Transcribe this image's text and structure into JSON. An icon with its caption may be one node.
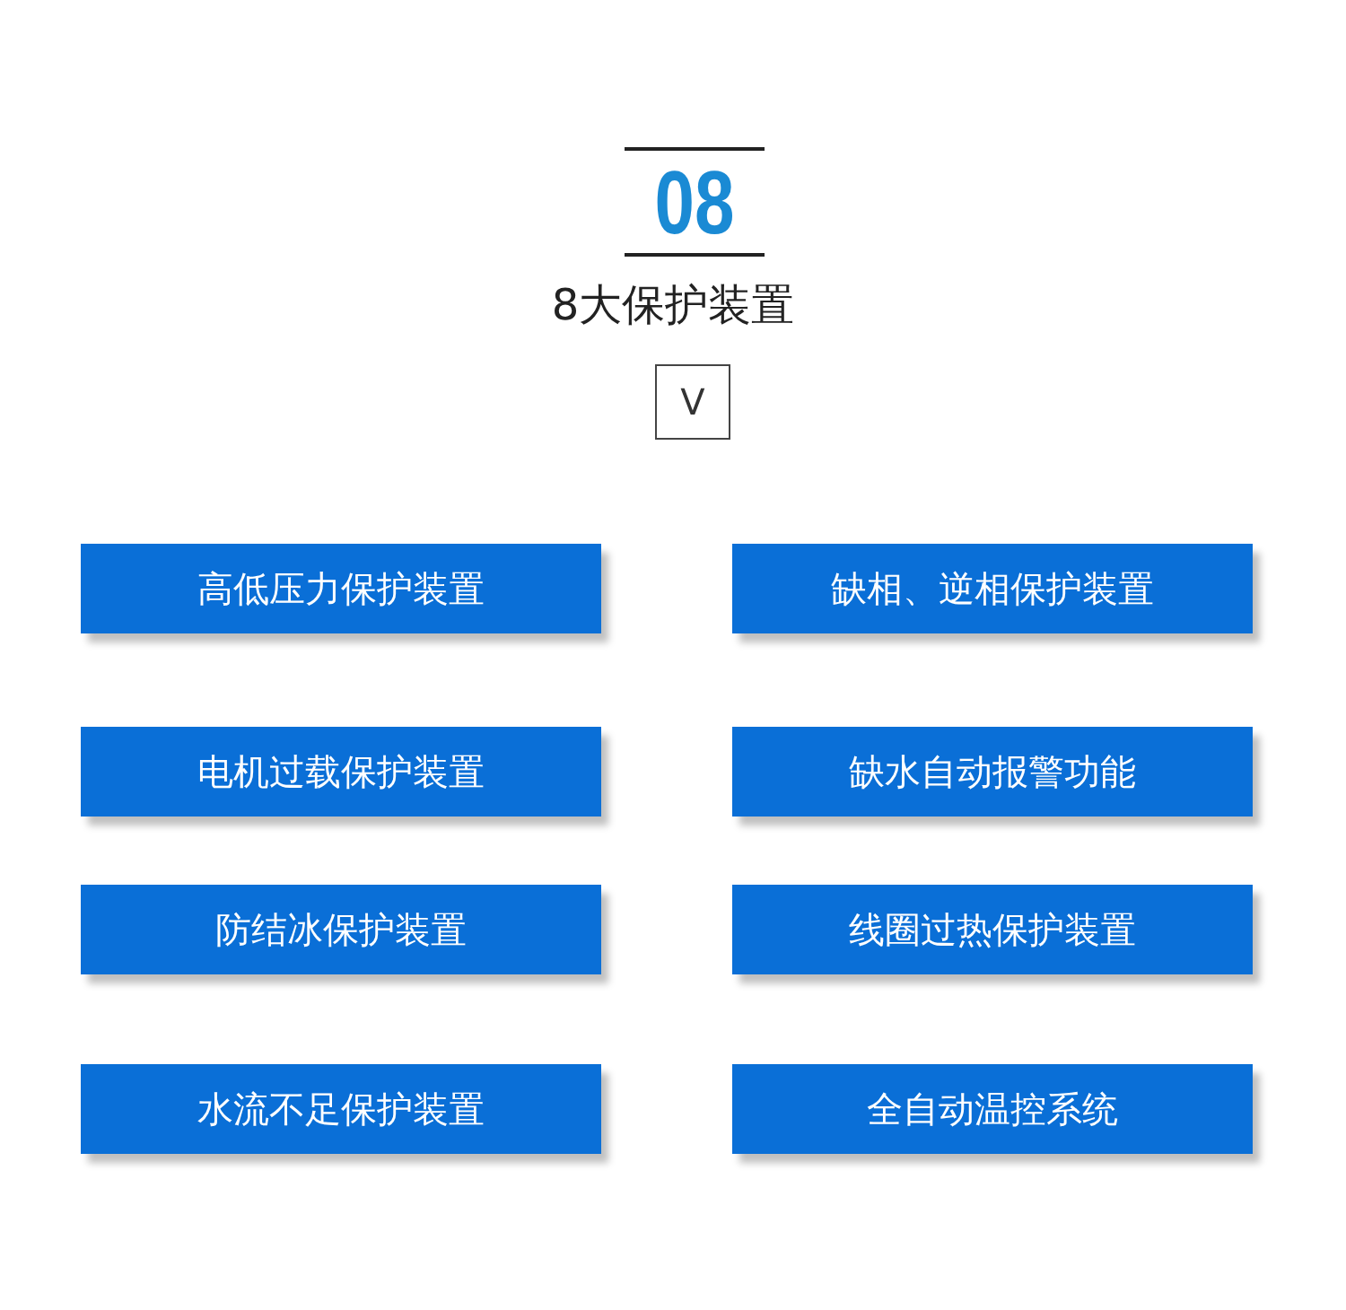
{
  "diagram": {
    "title": "8大保护装置",
    "labels": [
      "08"
    ],
    "nodes": [
      {
        "text": [
          "V"
        ]
      },
      {
        "text": [
          "高低压力保护装置"
        ]
      },
      {
        "text": [
          "缺相、逆相保护装置"
        ]
      },
      {
        "text": [
          "电机过载保护装置"
        ]
      },
      {
        "text": [
          "缺水自动报警功能"
        ]
      },
      {
        "text": [
          "防结冰保护装置"
        ]
      },
      {
        "text": [
          "线圈过热保护装置"
        ]
      },
      {
        "text": [
          "水流不足保护装置"
        ]
      },
      {
        "text": [
          "全自动温控系统"
        ]
      }
    ]
  }
}
